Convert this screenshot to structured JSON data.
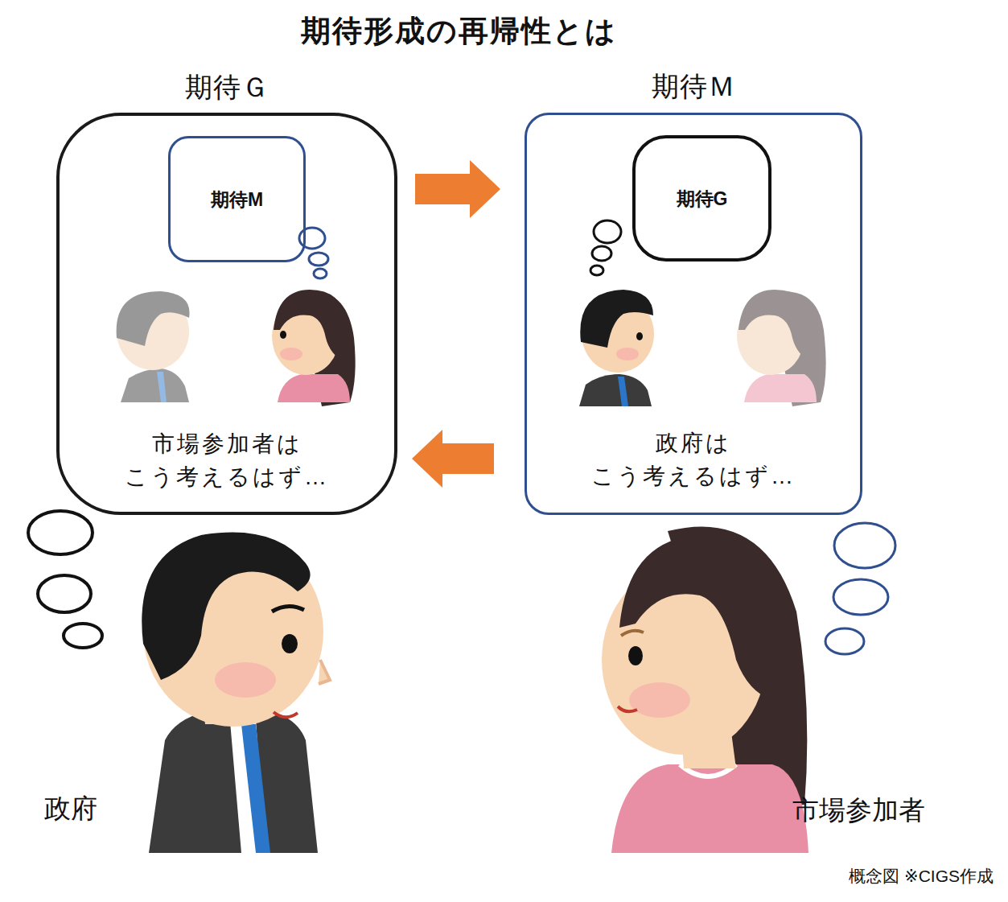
{
  "diagram": {
    "title": "期待形成の再帰性とは",
    "nodes": [
      {
        "text": [
          "期待Ｇ",
          "市場参加者は こう考えるはず…"
        ]
      },
      {
        "text": [
          "期待M"
        ],
        "in": 0
      },
      {
        "text": [
          "期待Ｍ",
          "政府は こう考えるはず…"
        ]
      },
      {
        "text": [
          "期待G"
        ],
        "in": 2
      }
    ],
    "edges": [
      {
        "from": 0,
        "to": 2,
        "arrow": "to"
      },
      {
        "from": 2,
        "to": 0,
        "arrow": "to"
      }
    ],
    "labels": [
      "政府",
      "市場参加者",
      "概念図 ※CIGS作成"
    ]
  }
}
